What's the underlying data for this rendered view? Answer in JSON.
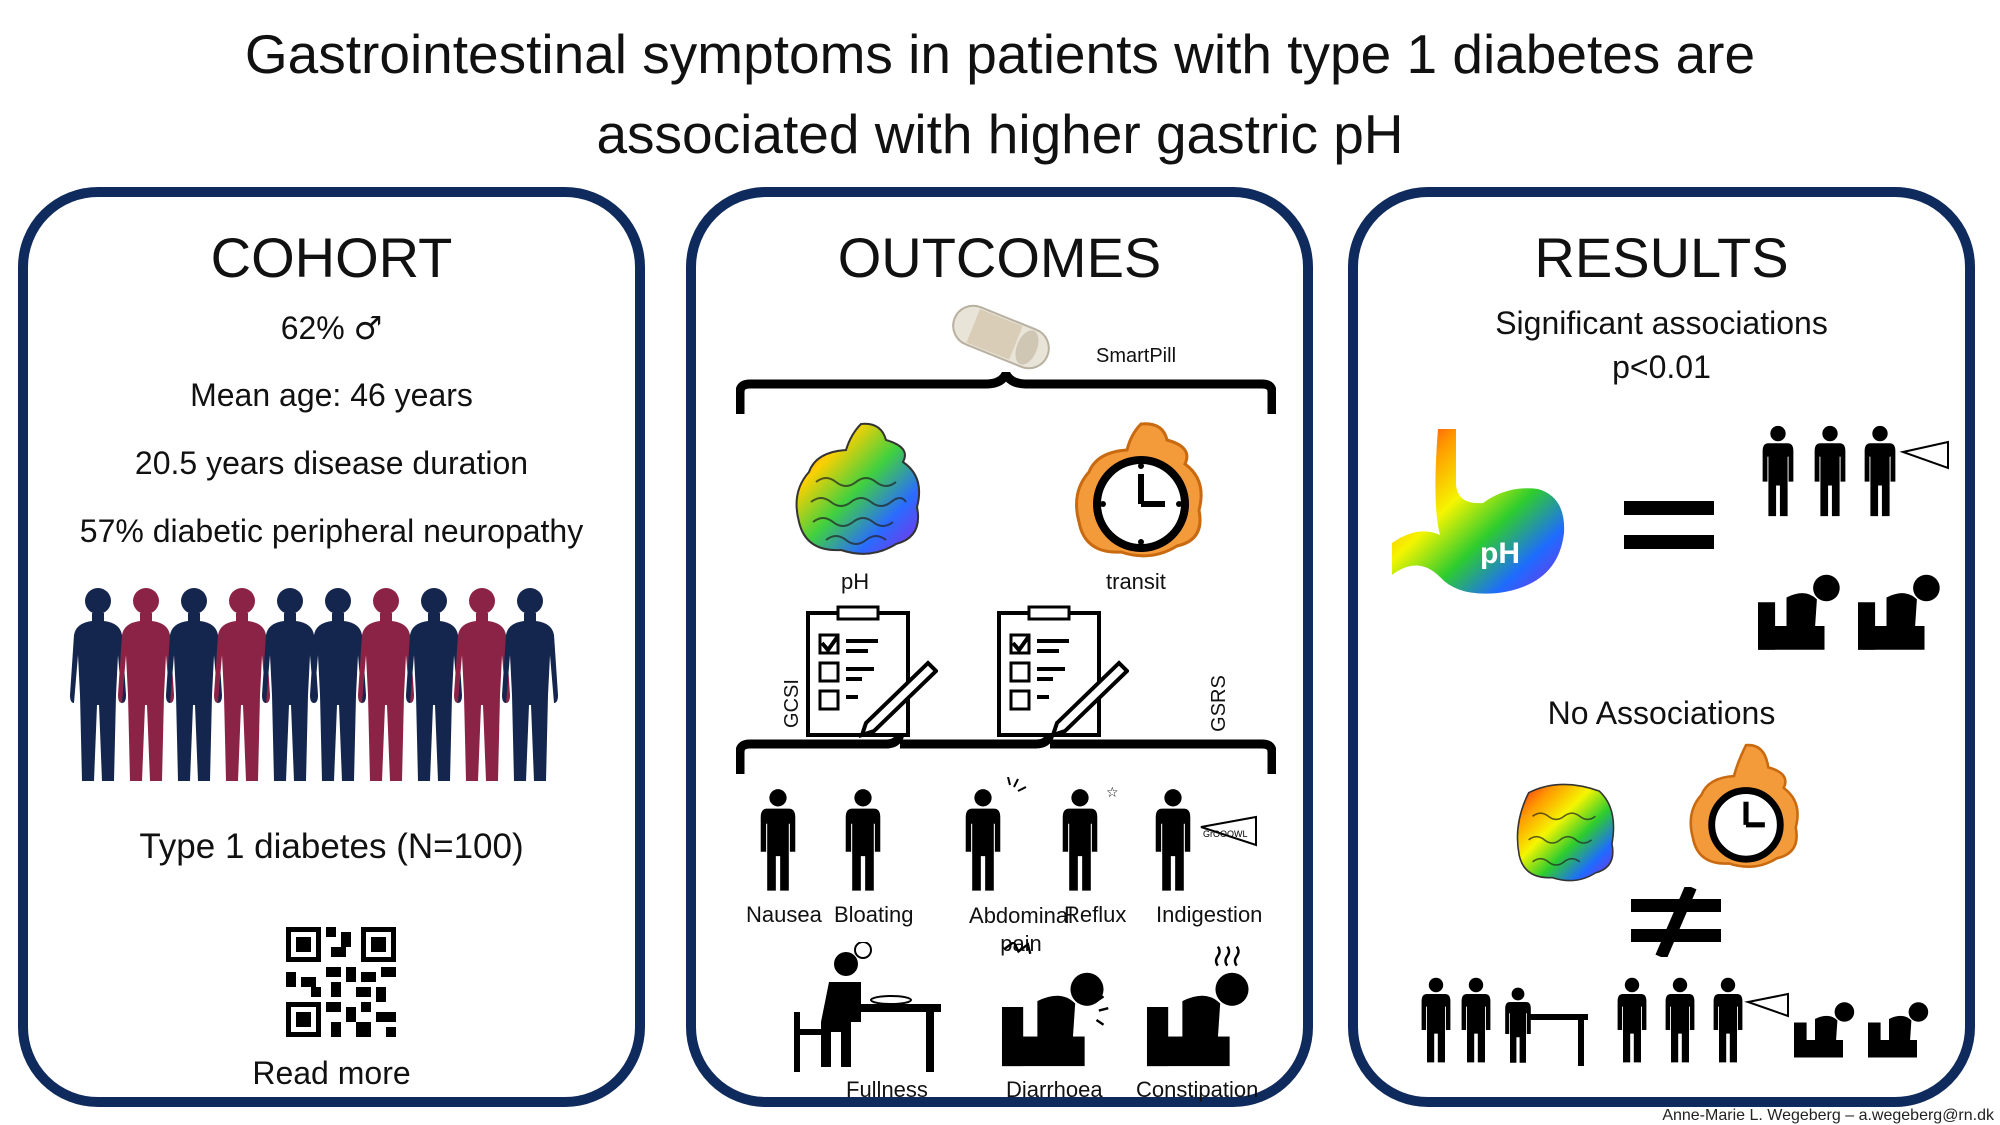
{
  "title": {
    "line1": "Gastrointestinal symptoms in patients with type 1 diabetes are",
    "line2": "associated with higher gastric pH"
  },
  "cohort": {
    "heading": "COHORT",
    "male_pct": "62%",
    "male_symbol": "♂",
    "mean_age": "Mean age: 46 years",
    "duration": "20.5 years disease duration",
    "neuropathy": "57% diabetic peripheral neuropathy",
    "population": "Type 1 diabetes (N=100)",
    "read_more": "Read more",
    "colors": {
      "male": "#14264d",
      "female": "#8b2346"
    }
  },
  "outcomes": {
    "heading": "OUTCOMES",
    "device": "SmartPill",
    "measures": [
      "pH",
      "transit"
    ],
    "questionnaires": [
      "GCSI",
      "GSRS"
    ],
    "symptoms": [
      "Nausea",
      "Bloating",
      "Abdominal pain",
      "Reflux",
      "Indigestion",
      "Fullness",
      "Diarrhoea",
      "Constipation"
    ],
    "growl_text": "GrOOOWL"
  },
  "results": {
    "heading": "RESULTS",
    "sig_line1": "Significant associations",
    "sig_line2": "p<0.01",
    "ph_label": "pH",
    "no_assoc": "No Associations",
    "equals": "=",
    "not_equals": "≠"
  },
  "credit": "Anne-Marie L. Wegeberg – a.wegeberg@rn.dk"
}
